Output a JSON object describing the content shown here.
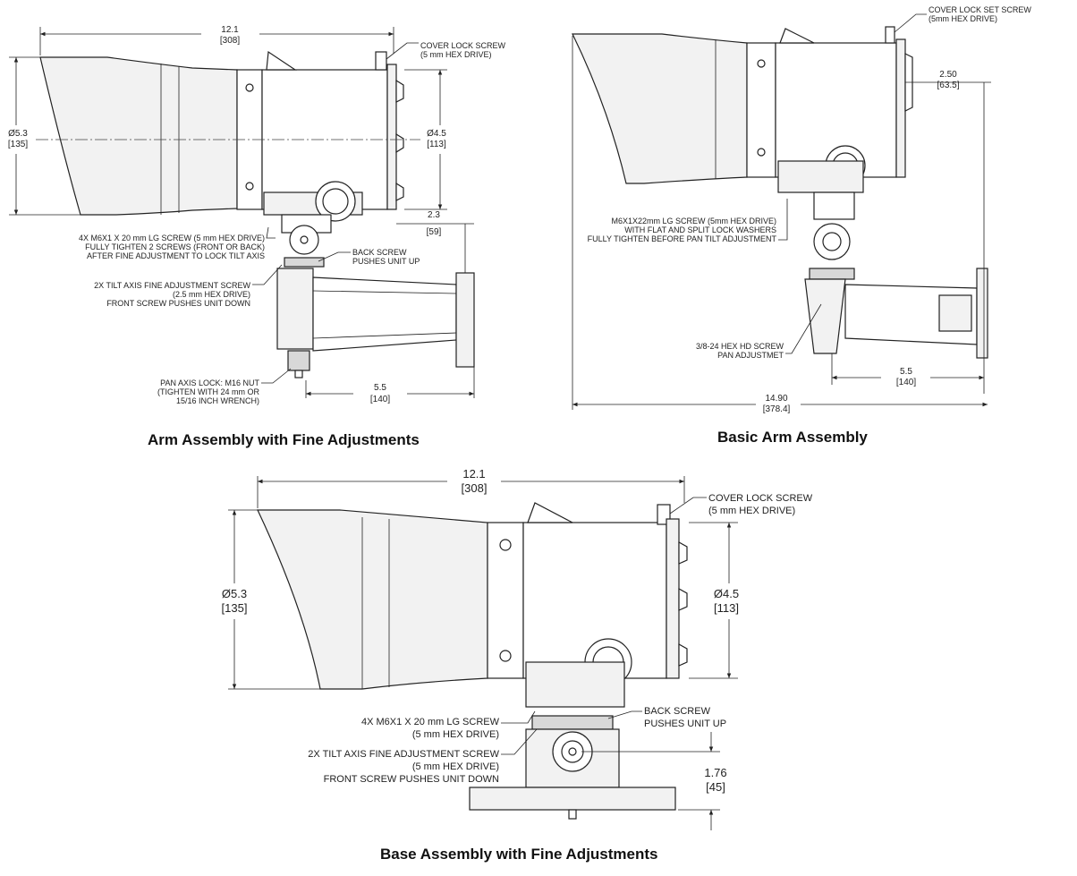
{
  "views": {
    "fine_arm": {
      "caption": "Arm Assembly with Fine Adjustments",
      "dim_length": "12.1",
      "dim_length_mm": "[308]",
      "dim_dia": "Ø5.3",
      "dim_dia_mm": "[135]",
      "dim_body": "Ø4.5",
      "dim_body_mm": "[113]",
      "dim_offset": "2.3",
      "dim_offset_mm": "[59]",
      "dim_arm": "5.5",
      "dim_arm_mm": "[140]",
      "cover_lock": [
        "COVER LOCK SCREW",
        "(5 mm HEX DRIVE)"
      ],
      "screw_note": [
        "4X M6X1 X 20 mm LG SCREW (5 mm HEX DRIVE)",
        "FULLY TIGHTEN 2 SCREWS (FRONT OR BACK)",
        "AFTER FINE ADJUSTMENT TO LOCK TILT AXIS"
      ],
      "back_screw": [
        "BACK SCREW",
        "PUSHES UNIT UP"
      ],
      "tilt_note": [
        "2X TILT AXIS FINE ADJUSTMENT SCREW",
        "(2.5 mm HEX DRIVE)",
        "FRONT SCREW PUSHES UNIT DOWN"
      ],
      "pan_lock": [
        "PAN AXIS LOCK: M16 NUT",
        "(TIGHTEN WITH 24 mm OR",
        "15/16 INCH WRENCH)"
      ]
    },
    "basic_arm": {
      "caption": "Basic Arm Assembly",
      "cover_lock": [
        "COVER LOCK SET SCREW",
        "(5mm HEX DRIVE)"
      ],
      "dim_offset": "2.50",
      "dim_offset_mm": "[63.5]",
      "screw_note": [
        "M6X1X22mm LG SCREW (5mm HEX DRIVE)",
        "WITH FLAT AND SPLIT LOCK WASHERS",
        "FULLY TIGHTEN BEFORE PAN TILT ADJUSTMENT"
      ],
      "hd_screw": [
        "3/8-24 HEX HD SCREW",
        "PAN ADJUSTMET"
      ],
      "dim_arm": "5.5",
      "dim_arm_mm": "[140]",
      "dim_total": "14.90",
      "dim_total_mm": "[378.4]"
    },
    "base": {
      "caption": "Base Assembly with Fine Adjustments",
      "dim_length": "12.1",
      "dim_length_mm": "[308]",
      "dim_dia": "Ø5.3",
      "dim_dia_mm": "[135]",
      "dim_body": "Ø4.5",
      "dim_body_mm": "[113]",
      "cover_lock": [
        "COVER LOCK SCREW",
        "(5 mm HEX DRIVE)"
      ],
      "screw_note": [
        "4X M6X1 X 20 mm LG SCREW",
        "(5 mm HEX DRIVE)"
      ],
      "back_screw": [
        "BACK SCREW",
        "PUSHES UNIT UP"
      ],
      "tilt_note": [
        "2X TILT AXIS FINE ADJUSTMENT SCREW",
        "(5 mm HEX DRIVE)",
        "FRONT SCREW PUSHES UNIT DOWN"
      ],
      "dim_height": "1.76",
      "dim_height_mm": "[45]"
    }
  }
}
